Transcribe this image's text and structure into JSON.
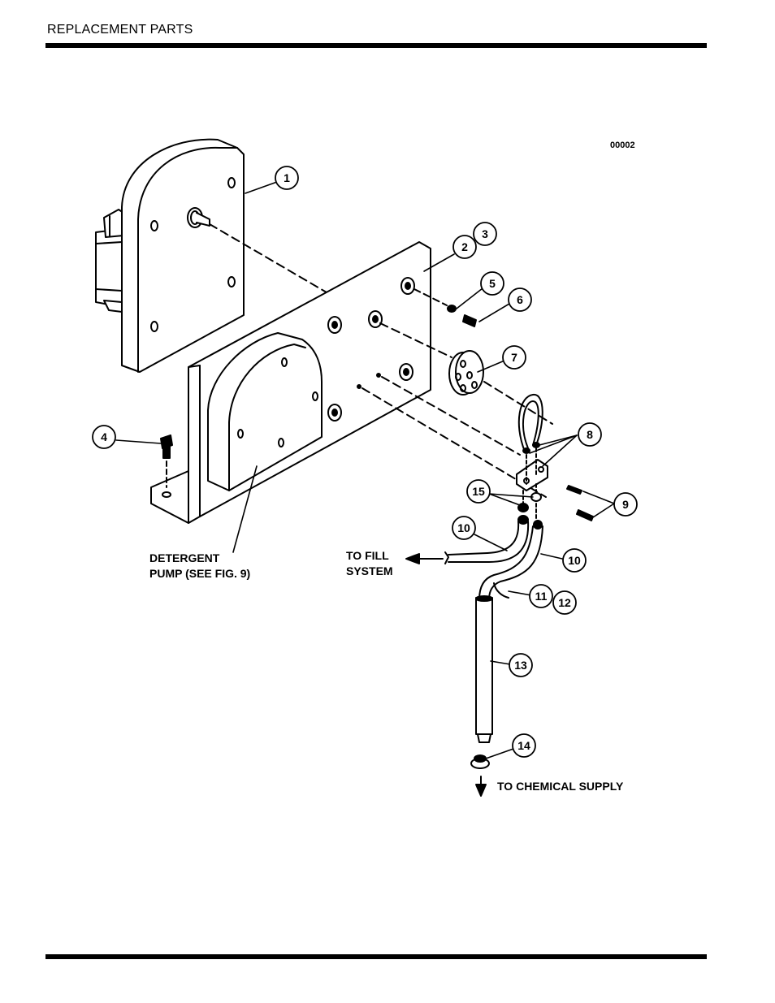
{
  "header": {
    "title": "REPLACEMENT PARTS"
  },
  "figure": {
    "id": "00002",
    "labels": {
      "detergent_pump_line1": "DETERGENT",
      "detergent_pump_line2": "PUMP (SEE FIG. 9)",
      "fill_system_line1": "TO FILL",
      "fill_system_line2": "SYSTEM",
      "chemical_supply": "TO CHEMICAL SUPPLY"
    },
    "callouts": {
      "c1": "1",
      "c2": "2",
      "c3": "3",
      "c4": "4",
      "c5": "5",
      "c6": "6",
      "c7": "7",
      "c8": "8",
      "c9": "9",
      "c10a": "10",
      "c10b": "10",
      "c11": "11",
      "c12": "12",
      "c13": "13",
      "c14": "14",
      "c15": "15"
    }
  }
}
